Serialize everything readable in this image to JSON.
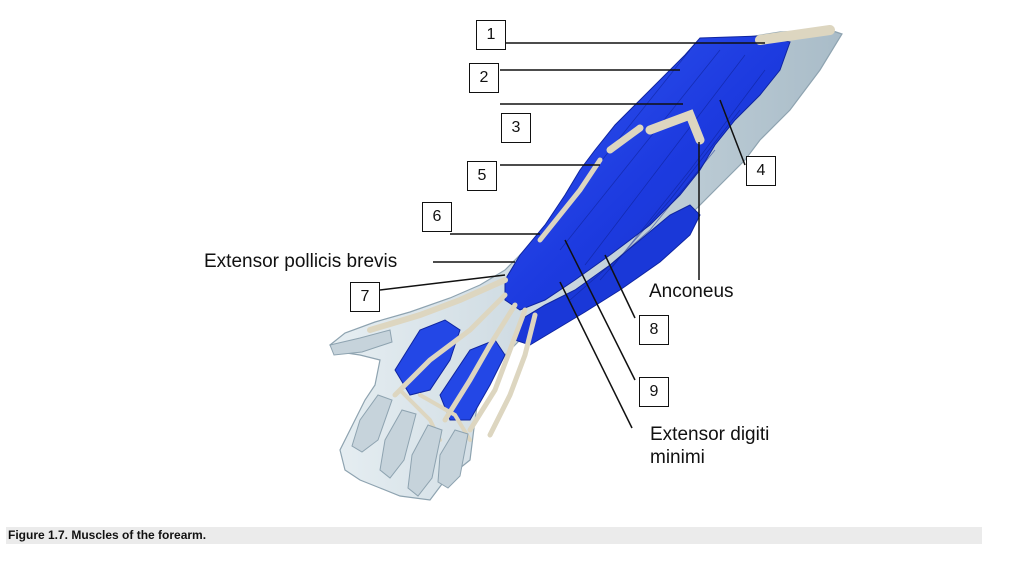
{
  "figure": {
    "caption": "Figure 1.7. Muscles of the forearm.",
    "muscle_color": "#1e3de0",
    "tendon_color": "#d8d0b8",
    "skin_color": "#c5d2da"
  },
  "callouts": [
    {
      "number": "1"
    },
    {
      "number": "2"
    },
    {
      "number": "3"
    },
    {
      "number": "4"
    },
    {
      "number": "5"
    },
    {
      "number": "6"
    },
    {
      "number": "7"
    },
    {
      "number": "8"
    },
    {
      "number": "9"
    }
  ],
  "labels": {
    "extensor_pollicis_brevis": "Extensor pollicis brevis",
    "anconeus": "Anconeus",
    "extensor_digiti_minimi_line1": "Extensor digiti",
    "extensor_digiti_minimi_line2": "minimi"
  }
}
